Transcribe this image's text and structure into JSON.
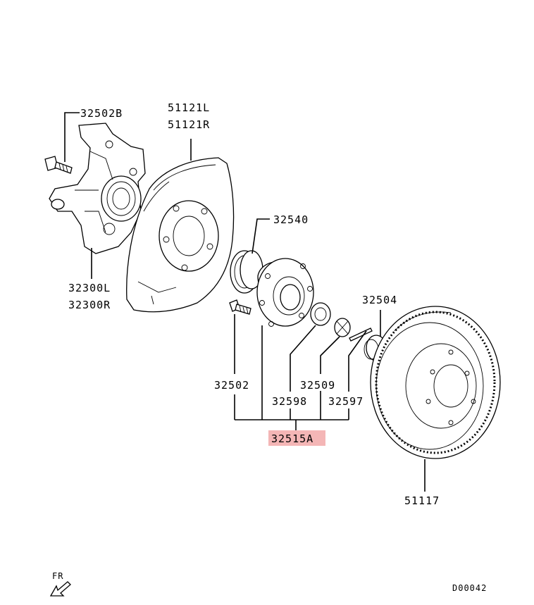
{
  "labels": {
    "p32502B": "32502B",
    "p51121L": "51121L",
    "p51121R": "51121R",
    "p32540": "32540",
    "p32300L": "32300L",
    "p32300R": "32300R",
    "p32504": "32504",
    "p32502": "32502",
    "p32509": "32509",
    "p32598": "32598",
    "p32597": "32597",
    "p32515A": "32515A",
    "p51117": "51117",
    "fr": "FR",
    "code": "D00042"
  },
  "colors": {
    "highlight": "#f4b6b6",
    "ink": "#000000"
  }
}
